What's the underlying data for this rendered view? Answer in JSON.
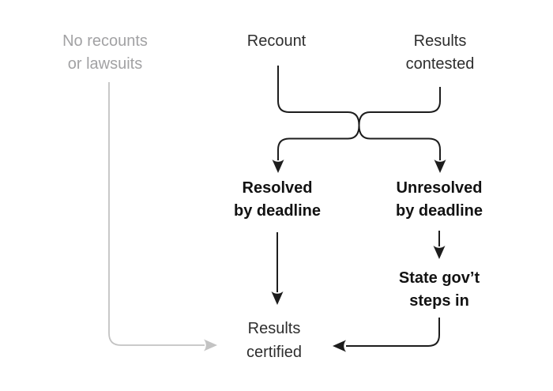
{
  "colors": {
    "background": "#ffffff",
    "line-dark": "#1d1d1d",
    "line-gray": "#c3c3c3",
    "text-dark": "#2e2e2e",
    "text-bold": "#121212",
    "text-gray": "#a2a2a4"
  },
  "diagram": {
    "type": "flowchart",
    "nodes": {
      "no_recounts": {
        "line1": "No recounts",
        "line2": "or lawsuits",
        "emphasis": "gray"
      },
      "recount": {
        "line1": "Recount",
        "emphasis": "regular"
      },
      "results_contested": {
        "line1": "Results",
        "line2": "contested",
        "emphasis": "regular"
      },
      "resolved": {
        "line1": "Resolved",
        "line2": "by deadline",
        "emphasis": "bold"
      },
      "unresolved": {
        "line1": "Unresolved",
        "line2": "by deadline",
        "emphasis": "bold"
      },
      "state_govt": {
        "line1": "State gov’t",
        "line2": "steps in",
        "emphasis": "bold"
      },
      "results_certified": {
        "line1": "Results",
        "line2": "certified",
        "emphasis": "regular"
      }
    },
    "edges": [
      {
        "from": "no_recounts",
        "to": "results_certified",
        "style": "gray-elbow-arrow"
      },
      {
        "from": "recount",
        "to": "resolved-or-unresolved",
        "style": "crossover-arrow"
      },
      {
        "from": "results_contested",
        "to": "resolved-or-unresolved",
        "style": "crossover-arrow"
      },
      {
        "from": "resolved",
        "to": "results_certified",
        "style": "straight-arrow"
      },
      {
        "from": "unresolved",
        "to": "state_govt",
        "style": "straight-arrow"
      },
      {
        "from": "state_govt",
        "to": "results_certified",
        "style": "elbow-arrow"
      }
    ]
  }
}
